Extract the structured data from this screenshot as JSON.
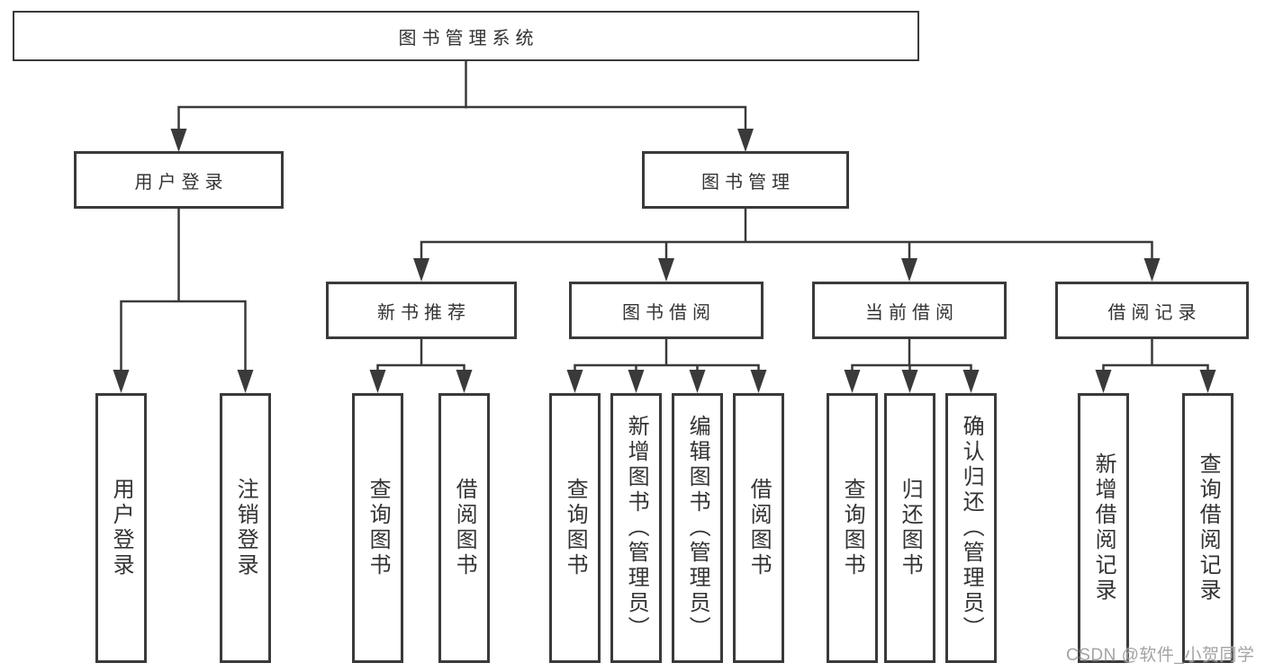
{
  "tree": {
    "root": {
      "label": "图书管理系统"
    },
    "user_login": {
      "label": "用户登录",
      "children": [
        {
          "label": "用户登录"
        },
        {
          "label": "注销登录"
        }
      ]
    },
    "book_mgmt": {
      "label": "图书管理",
      "children": [
        {
          "label": "新书推荐",
          "children": [
            {
              "label": "查询图书"
            },
            {
              "label": "借阅图书"
            }
          ]
        },
        {
          "label": "图书借阅",
          "children": [
            {
              "label": "查询图书"
            },
            {
              "label": "新增图书（管理员）"
            },
            {
              "label": "编辑图书（管理员）"
            },
            {
              "label": "借阅图书"
            }
          ]
        },
        {
          "label": "当前借阅",
          "children": [
            {
              "label": "查询图书"
            },
            {
              "label": "归还图书"
            },
            {
              "label": "确认归还（管理员）"
            }
          ]
        },
        {
          "label": "借阅记录",
          "children": [
            {
              "label": "新增借阅记录"
            },
            {
              "label": "查询借阅记录"
            }
          ]
        }
      ]
    }
  },
  "watermark": {
    "text": "CSDN @软件_小贺同学"
  },
  "colors": {
    "line": "#3a3a3a",
    "text": "#333333",
    "watermark": "#9e9e9e",
    "background": "#ffffff"
  },
  "icons": {
    "arrowhead": "triangle-down"
  }
}
